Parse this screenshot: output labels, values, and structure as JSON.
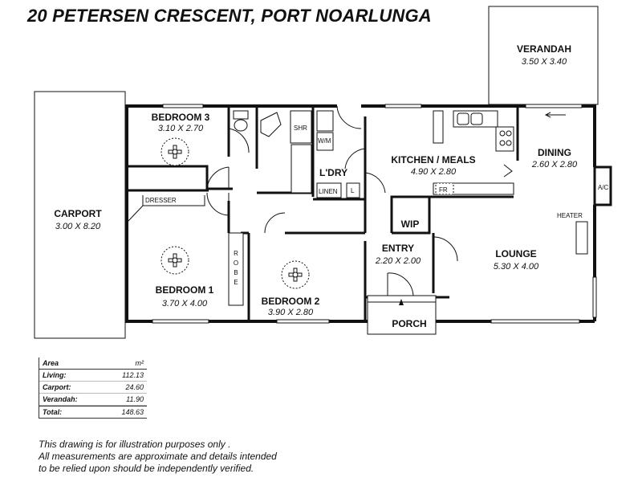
{
  "title": "20 PETERSEN CRESCENT, PORT NOARLUNGA",
  "rooms": {
    "verandah": {
      "name": "VERANDAH",
      "dims": "3.50 X 3.40"
    },
    "bedroom3": {
      "name": "BEDROOM 3",
      "dims": "3.10 X 2.70"
    },
    "carport": {
      "name": "CARPORT",
      "dims": "3.00 X 8.20"
    },
    "kitchen": {
      "name": "KITCHEN / MEALS",
      "dims": "4.90 X 2.80"
    },
    "dining": {
      "name": "DINING",
      "dims": "2.60 X 2.80"
    },
    "bedroom1": {
      "name": "BEDROOM 1",
      "dims": "3.70 X 4.00"
    },
    "bedroom2": {
      "name": "BEDROOM 2",
      "dims": "3.90 X 2.80"
    },
    "entry": {
      "name": "ENTRY",
      "dims": "2.20 X 2.00"
    },
    "lounge": {
      "name": "LOUNGE",
      "dims": "5.30 X 4.00"
    },
    "porch": {
      "name": "PORCH"
    },
    "laundry": {
      "name": "L'DRY"
    },
    "wip": {
      "name": "WIP"
    }
  },
  "labels": {
    "shr": "SHR",
    "wm": "W/M",
    "linen": "LINEN",
    "l": "L",
    "fr": "FR",
    "dresser": "DRESSER",
    "robe": "ROBE",
    "heater": "HEATER",
    "ac": "A/C"
  },
  "areas": {
    "header_label": "Area",
    "header_unit": "m²",
    "rows": [
      {
        "label": "Living:",
        "value": "112.13"
      },
      {
        "label": "Carport:",
        "value": "24.60"
      },
      {
        "label": "Verandah:",
        "value": "11.90"
      }
    ],
    "total": {
      "label": "Total:",
      "value": "148.63"
    }
  },
  "disclaimer": {
    "line1": "This drawing is for illustration purposes only .",
    "line2": "All measurements are approximate and details intended",
    "line3": "to be relied upon should be independently verified."
  }
}
